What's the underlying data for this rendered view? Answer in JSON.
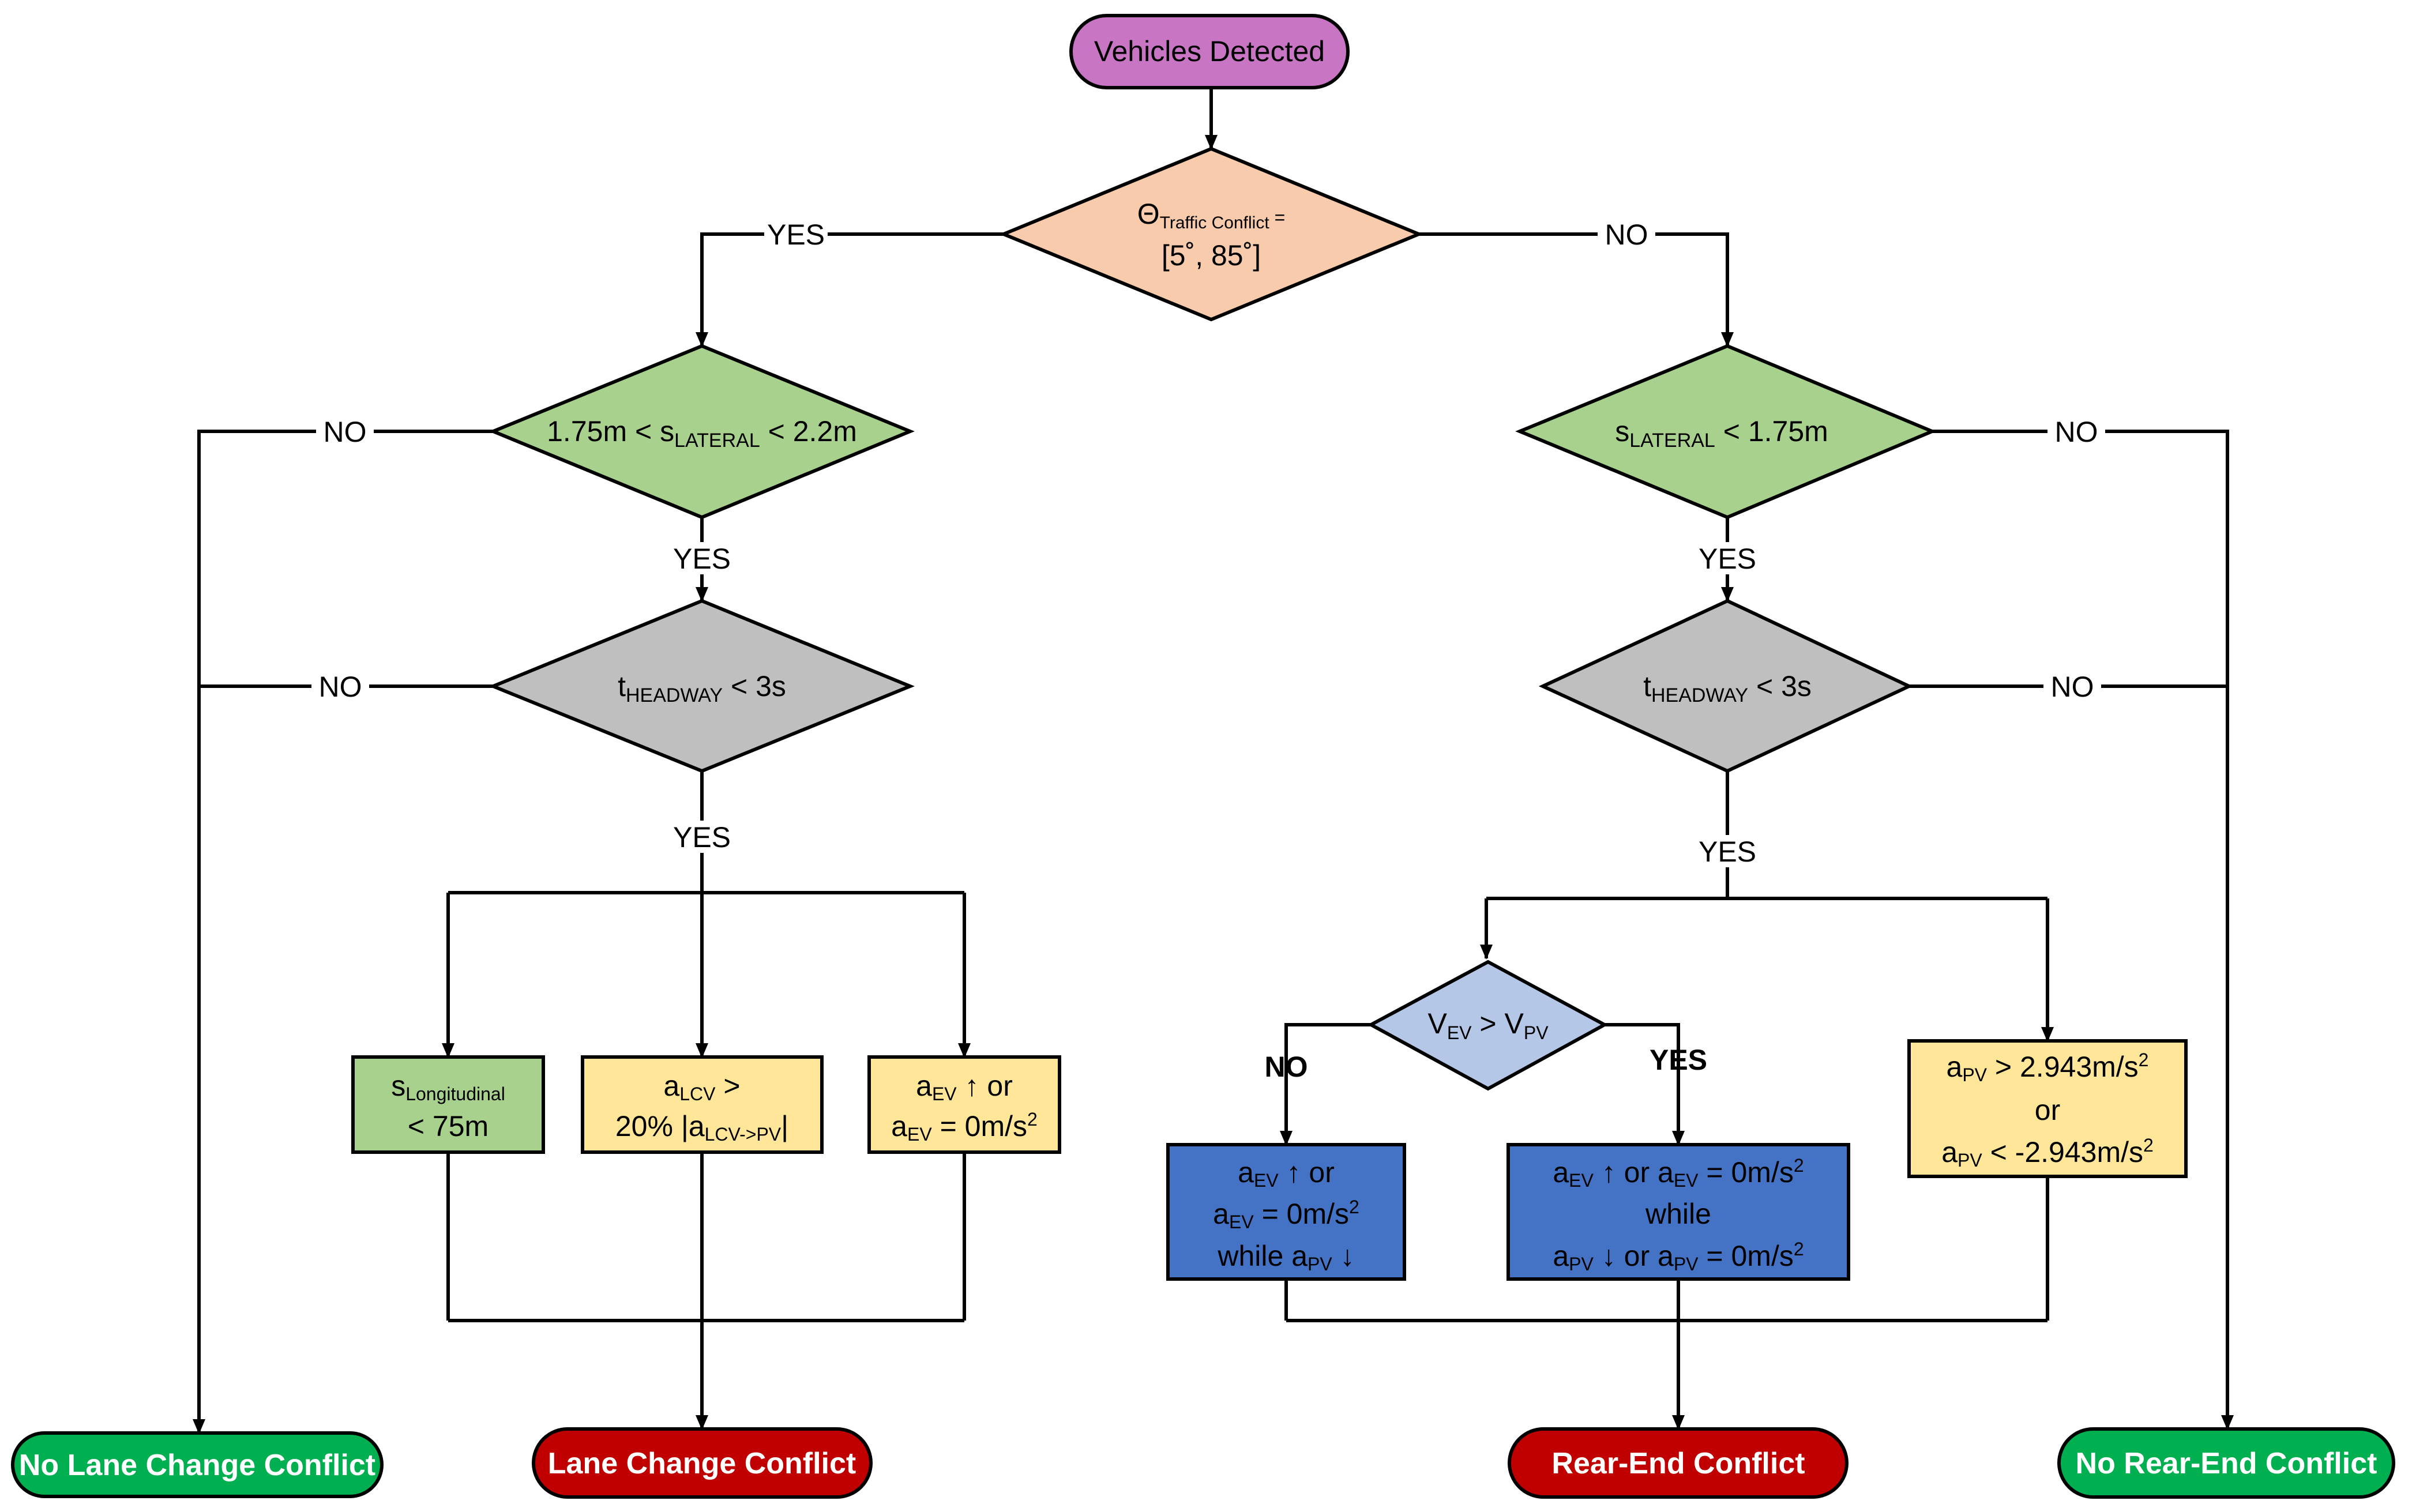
{
  "colors": {
    "start": "#c875c4",
    "angle_decision": "#f8cbad",
    "lateral_decision": "#a9d18e",
    "headway_decision": "#bfbfbf",
    "velocity_decision": "#b4c7e7",
    "condition_yellow": "#ffe699",
    "condition_green": "#a9d18e",
    "condition_blue": "#4472c4",
    "no_conflict": "#00b050",
    "conflict": "#c00000"
  },
  "start": {
    "label": "Vehicles Detected"
  },
  "angle": {
    "theta": "Θ",
    "sub": "Traffic Conflict",
    "eq": " =",
    "line2": "[5˚, 85˚]"
  },
  "lane_lateral": {
    "pre": "1.75m < s",
    "sub": "LATERAL",
    "post": " < 2.2m"
  },
  "rear_lateral": {
    "pre": "s",
    "sub": "LATERAL",
    "post": "  < 1.75m"
  },
  "headway_left": {
    "pre": "t",
    "sub": "HEADWAY",
    "post": " < 3s"
  },
  "headway_right": {
    "pre": "t",
    "sub": "HEADWAY",
    "post": " < 3s"
  },
  "velocity": {
    "v1": "V",
    "s1": "EV",
    "op": " > V",
    "s2": "PV"
  },
  "edge_labels": {
    "yes_angle": "YES",
    "no_angle": "NO",
    "no_lane_lateral": "NO",
    "yes_lane_lateral": "YES",
    "no_lane_headway": "NO",
    "yes_lane_headway": "YES",
    "no_rear_lateral": "NO",
    "yes_rear_lateral": "YES",
    "no_rear_headway": "NO",
    "yes_rear_headway": "YES",
    "no_velocity": "NO",
    "yes_velocity": "YES"
  },
  "cond_long": {
    "pre": "s",
    "sub": "Longitudinal",
    "line2": "< 75m"
  },
  "cond_lcv": {
    "pre": "a",
    "sub": "LCV",
    "post": " >",
    "line2a": "20% |a",
    "line2sub": "LCV->PV",
    "line2b": "|"
  },
  "cond_ev": {
    "a": "a",
    "sub": "EV",
    "up": " ↑ or",
    "a2": "a",
    "sub2": "EV",
    "eq": " = 0m/s",
    "sup": "2"
  },
  "cond_no_vel": {
    "a": "a",
    "sub": "EV",
    "up": " ↑ or",
    "a2": "a",
    "sub2": "EV",
    "eq": " = 0m/s",
    "sup": "2",
    "while": "while a",
    "sub3": "PV",
    "down": " ↓"
  },
  "cond_yes_vel": {
    "a": "a",
    "sub": "EV",
    "mid": " ↑ or a",
    "sub2": "EV",
    "eq": " = 0m/s",
    "sup": "2",
    "while": "while",
    "a3": "a",
    "sub3": "PV",
    "mid2": " ↓  or a",
    "sub4": "PV",
    "eq2": " = 0m/s",
    "sup2": "2"
  },
  "cond_pv": {
    "a": "a",
    "sub": "PV",
    "gt": " > 2.943m/s",
    "sup": "2",
    "or": "or",
    "a2": "a",
    "sub2": "PV",
    "lt": " < -2.943m/s",
    "sup2": "2"
  },
  "terminals": {
    "no_lane_change": "No Lane Change Conflict",
    "lane_change": "Lane Change Conflict",
    "rear_end": "Rear-End Conflict",
    "no_rear_end": "No Rear-End Conflict"
  }
}
